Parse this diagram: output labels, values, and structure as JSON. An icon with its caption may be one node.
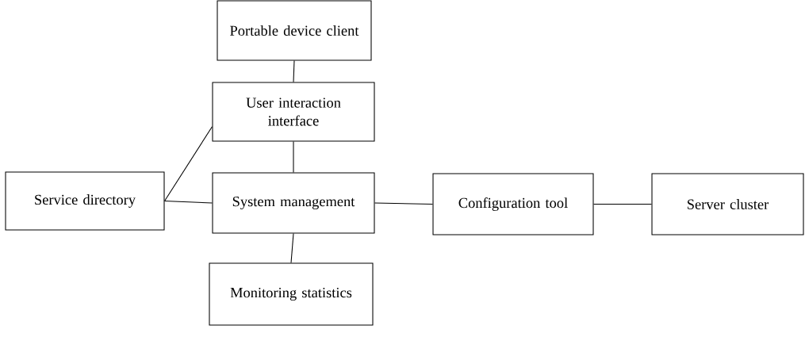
{
  "diagram": {
    "nodes": [
      {
        "text": [
          "Portable device client"
        ]
      },
      {
        "text": [
          "User interaction interface"
        ]
      },
      {
        "text": [
          "Service directory"
        ]
      },
      {
        "text": [
          "System management"
        ]
      },
      {
        "text": [
          "Configuration tool"
        ]
      },
      {
        "text": [
          "Server cluster"
        ]
      },
      {
        "text": [
          "Monitoring statistics"
        ]
      }
    ],
    "edges": [
      {
        "from": 0,
        "to": 1,
        "arrow": "none"
      },
      {
        "from": 2,
        "to": 1,
        "arrow": "none"
      },
      {
        "from": 1,
        "to": 3,
        "arrow": "none"
      },
      {
        "from": 2,
        "to": 3,
        "arrow": "none"
      },
      {
        "from": 3,
        "to": 4,
        "arrow": "none"
      },
      {
        "from": 4,
        "to": 5,
        "arrow": "none"
      },
      {
        "from": 3,
        "to": 6,
        "arrow": "none"
      }
    ]
  }
}
